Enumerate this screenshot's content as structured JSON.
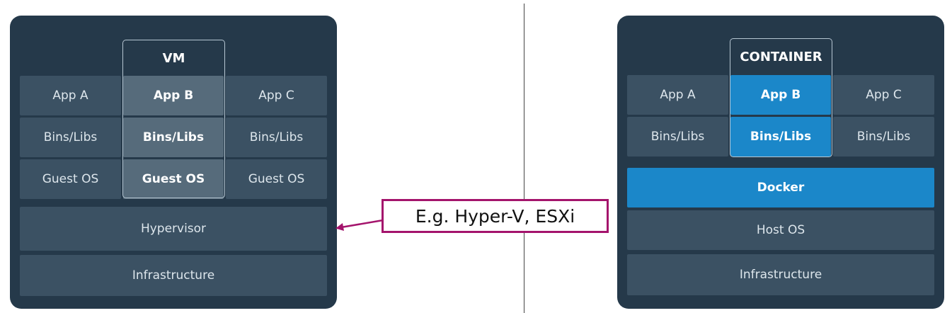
{
  "vm": {
    "frame_label": "VM",
    "apps": [
      "App A",
      "App B",
      "App C"
    ],
    "bins": [
      "Bins/Libs",
      "Bins/Libs",
      "Bins/Libs"
    ],
    "guest_os": [
      "Guest OS",
      "Guest OS",
      "Guest OS"
    ],
    "hypervisor": "Hypervisor",
    "infrastructure": "Infrastructure"
  },
  "container": {
    "frame_label": "CONTAINER",
    "apps": [
      "App A",
      "App B",
      "App C"
    ],
    "bins": [
      "Bins/Libs",
      "Bins/Libs",
      "Bins/Libs"
    ],
    "docker": "Docker",
    "host_os": "Host OS",
    "infrastructure": "Infrastructure"
  },
  "callout": {
    "text": "E.g. Hyper-V, ESXi",
    "color": "#a4146c"
  },
  "colors": {
    "panel": "#25394a",
    "cell": "#3b5163",
    "highlight_blue": "#1b87c9"
  }
}
